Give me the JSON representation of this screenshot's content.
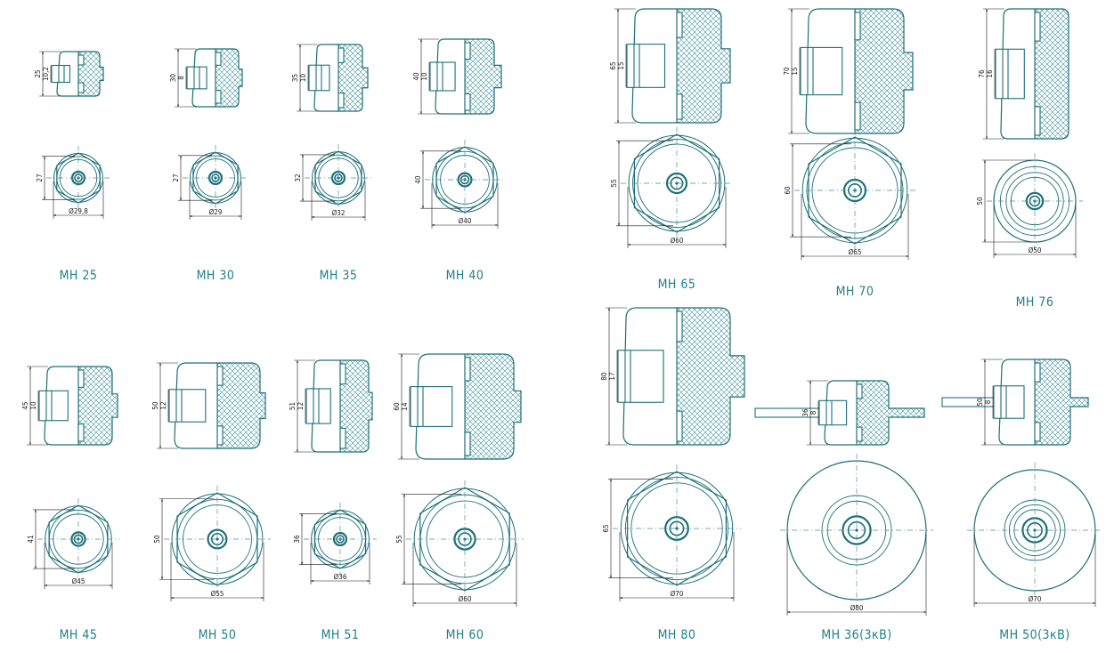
{
  "palette": {
    "stroke": "#1d6f79",
    "hatch": "#3b8d96",
    "label": "#1c7f87",
    "dim": "#1a1a1a",
    "background": "#ffffff"
  },
  "items": [
    {
      "label": "МН  25",
      "height_dim": "25",
      "thread_dim": "10,2",
      "side_dim": "27",
      "diameter": "Ø29,8"
    },
    {
      "label": "МН  30",
      "height_dim": "30",
      "thread_dim": "8",
      "side_dim": "27",
      "diameter": "Ø29"
    },
    {
      "label": "МН  35",
      "height_dim": "35",
      "thread_dim": "10",
      "side_dim": "32",
      "diameter": "Ø32"
    },
    {
      "label": "МН  40",
      "height_dim": "40",
      "thread_dim": "10",
      "side_dim": "40",
      "diameter": "Ø40"
    },
    {
      "label": "МН  45",
      "height_dim": "45",
      "thread_dim": "10",
      "side_dim": "41",
      "diameter": "Ø45"
    },
    {
      "label": "МН  50",
      "height_dim": "50",
      "thread_dim": "12",
      "side_dim": "50",
      "diameter": "Ø55"
    },
    {
      "label": "МН  51",
      "height_dim": "51",
      "thread_dim": "12",
      "side_dim": "36",
      "diameter": "Ø36"
    },
    {
      "label": "МН  60",
      "height_dim": "60",
      "thread_dim": "14",
      "side_dim": "55",
      "diameter": "Ø60"
    },
    {
      "label": "МН  65",
      "height_dim": "65",
      "thread_dim": "15",
      "side_dim": "55",
      "diameter": "Ø60"
    },
    {
      "label": "МН  70",
      "height_dim": "70",
      "thread_dim": "15",
      "side_dim": "60",
      "diameter": "Ø65"
    },
    {
      "label": "МН  76",
      "height_dim": "76",
      "thread_dim": "16",
      "side_dim": "50",
      "diameter": "Ø50"
    },
    {
      "label": "МН  80",
      "height_dim": "80",
      "thread_dim": "17",
      "side_dim": "65",
      "diameter": "Ø70"
    },
    {
      "label": "МН  36(3кВ)",
      "height_dim": "36",
      "thread_dim": "8",
      "side_dim": "",
      "diameter": "Ø80"
    },
    {
      "label": "МН  50(3кВ)",
      "height_dim": "50",
      "thread_dim": "8",
      "side_dim": "",
      "diameter": "Ø70"
    }
  ]
}
